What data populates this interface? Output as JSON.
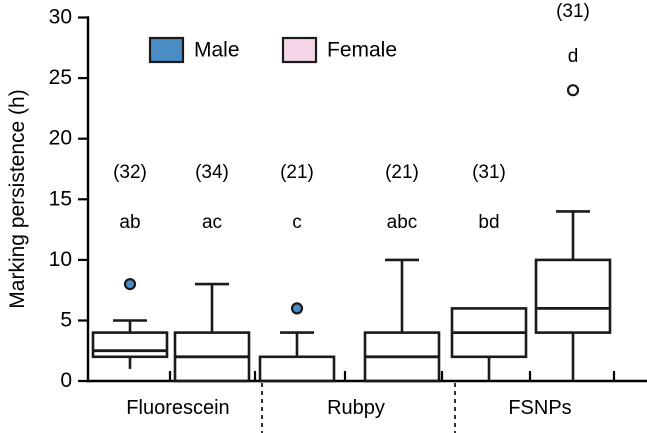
{
  "chart_data": {
    "type": "box",
    "title": "",
    "xlabel": "",
    "ylabel": "Marking persistence (h)",
    "ylim": [
      0,
      30
    ],
    "yticks": [
      0,
      5,
      10,
      15,
      20,
      25,
      30
    ],
    "ytick_labels": [
      "0",
      "5",
      "10",
      "15",
      "20",
      "25",
      "30"
    ],
    "grid": false,
    "legend_position": "top-center",
    "legend": [
      {
        "name": "Male",
        "color": "#4a8cc4"
      },
      {
        "name": "Female",
        "color": "#f4d6e8"
      }
    ],
    "groups": [
      "Fluorescein",
      "Rubpy",
      "FSNPs"
    ],
    "categories": [
      "Fluorescein",
      "Rubpy",
      "FSNPs"
    ],
    "boxes": [
      {
        "group": "Fluorescein",
        "sex": "Male",
        "color": "#4a8cc4",
        "n_label": "(32)",
        "sig_label": "ab",
        "whisker_low": 1,
        "q1": 2,
        "median": 2.5,
        "q3": 4,
        "whisker_high": 6,
        "outliers": [
          8
        ]
      },
      {
        "group": "Fluorescein",
        "sex": "Female",
        "color": "#f4d6e8",
        "n_label": "(34)",
        "sig_label": "ac",
        "whisker_low": 0,
        "q1": 0,
        "median": 2,
        "q3": 4,
        "whisker_high": 8,
        "outliers": []
      },
      {
        "group": "Rubpy",
        "sex": "Male",
        "color": "#4a8cc4",
        "n_label": "(21)",
        "sig_label": "c",
        "whisker_low": 0,
        "q1": 0,
        "median": 0,
        "q3": 2,
        "whisker_high": 4,
        "outliers": [
          6
        ]
      },
      {
        "group": "Rubpy",
        "sex": "Female",
        "color": "#f4d6e8",
        "n_label": "(21)",
        "sig_label": "abc",
        "whisker_low": 0,
        "q1": 0,
        "median": 2,
        "q3": 4,
        "whisker_high": 10,
        "outliers": []
      },
      {
        "group": "FSNPs",
        "sex": "Male",
        "color": "#4a8cc4",
        "n_label": "(31)",
        "sig_label": "bd",
        "whisker_low": 0,
        "q1": 2,
        "median": 4,
        "q3": 6,
        "whisker_high": 6,
        "outliers": []
      },
      {
        "group": "FSNPs",
        "sex": "Female",
        "color": "#f4d6e8",
        "n_label": "(31)",
        "sig_label": "d",
        "whisker_low": 0,
        "q1": 4,
        "median": 6,
        "q3": 10,
        "whisker_high": 14,
        "outliers": [
          24
        ]
      }
    ]
  },
  "axis": {
    "y_title": "Marking persistence (h)"
  },
  "legend": {
    "male_label": "Male",
    "female_label": "Female"
  },
  "annotations": {
    "n1": "(32)",
    "s1": "ab",
    "n2": "(34)",
    "s2": "ac",
    "n3": "(21)",
    "s3": "c",
    "n4": "(21)",
    "s4": "abc",
    "n5": "(31)",
    "s5": "bd",
    "n6": "(31)",
    "s6": "d"
  },
  "ticks": {
    "t0": "0",
    "t5": "5",
    "t10": "10",
    "t15": "15",
    "t20": "20",
    "t25": "25",
    "t30": "30"
  },
  "xlabels": {
    "g1": "Fluorescein",
    "g2": "Rubpy",
    "g3": "FSNPs"
  },
  "colors": {
    "male": "#4a8cc4",
    "female": "#f4d6e8",
    "outline": "#1a1a1a"
  }
}
